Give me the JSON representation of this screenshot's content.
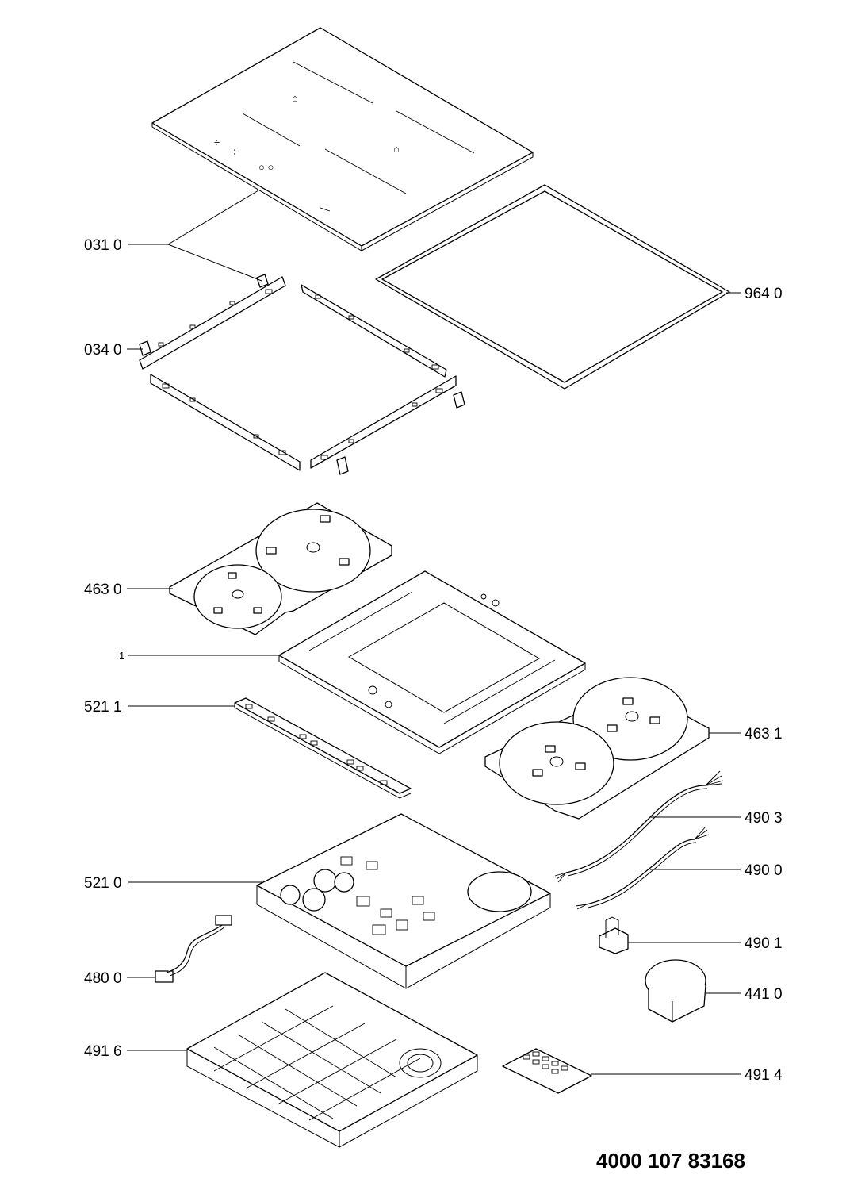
{
  "diagram": {
    "document_number": "4000 107 83168",
    "callouts": [
      {
        "id": "glass_top",
        "label": "031 0"
      },
      {
        "id": "gasket",
        "label": "964 0"
      },
      {
        "id": "frame_bracket",
        "label": "034 0"
      },
      {
        "id": "coil_tray_left",
        "label": "463 0"
      },
      {
        "id": "chassis",
        "label": "1"
      },
      {
        "id": "control_board",
        "label": "521 1"
      },
      {
        "id": "coil_tray_right",
        "label": "463 1"
      },
      {
        "id": "power_cable_a",
        "label": "490 3"
      },
      {
        "id": "main_board",
        "label": "521 0"
      },
      {
        "id": "power_cable_b",
        "label": "490 0"
      },
      {
        "id": "cable_clamp",
        "label": "490 1"
      },
      {
        "id": "wire_harness",
        "label": "480 0"
      },
      {
        "id": "fan",
        "label": "441 0"
      },
      {
        "id": "bottom_case",
        "label": "491 6"
      },
      {
        "id": "filter_grid",
        "label": "491 4"
      }
    ]
  }
}
